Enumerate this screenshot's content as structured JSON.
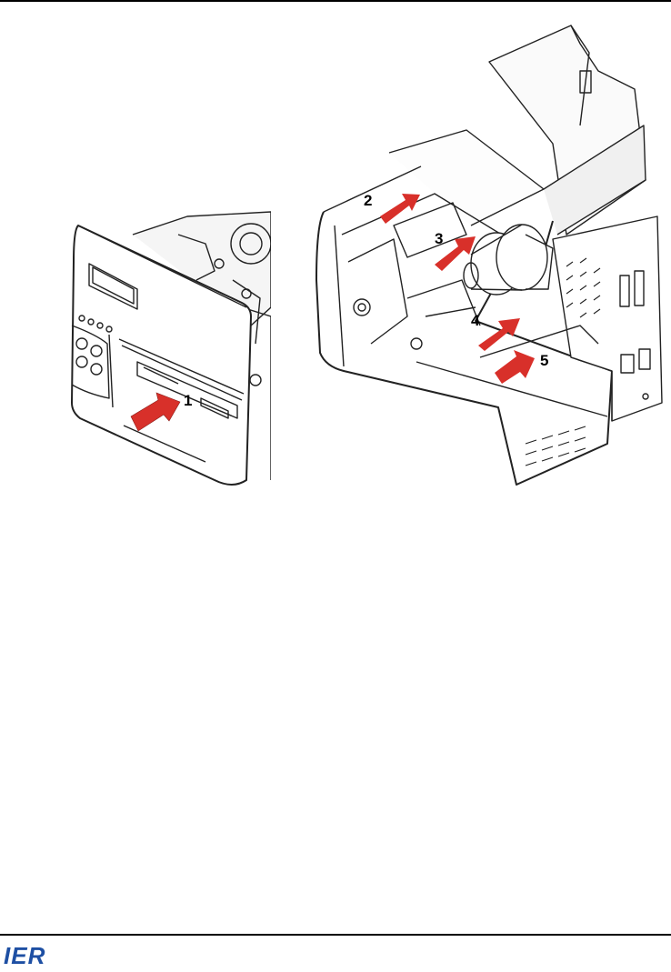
{
  "figures": {
    "left": {
      "steps": [
        {
          "label": "1"
        }
      ]
    },
    "right": {
      "steps": [
        {
          "label": "2"
        },
        {
          "label": "3"
        },
        {
          "label": "4"
        },
        {
          "label": "5"
        }
      ]
    }
  },
  "footer": {
    "logo_text": "IER"
  },
  "colors": {
    "arrow": "#d8302a",
    "line": "#222222",
    "logo": "#1e4fa3"
  },
  "icons": [
    "red-arrow-icon",
    "printer-front-illustration",
    "printer-open-illustration",
    "ier-logo"
  ]
}
